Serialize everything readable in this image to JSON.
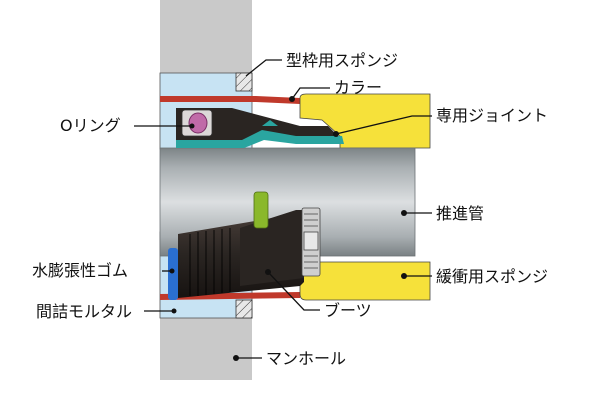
{
  "labels": {
    "katawaku_sponge": "型枠用スポンジ",
    "collar": "カラー",
    "o_ring": "Oリング",
    "joint": "専用ジョイント",
    "push_pipe": "推進管",
    "water_rubber": "水膨張性ゴム",
    "cushion_sponge": "緩衝用スポンジ",
    "mortar": "間詰モルタル",
    "boots": "ブーツ",
    "manhole": "マンホール"
  },
  "colors": {
    "manhole_wall": "#c9c9c9",
    "mortar_fill": "#c7e3f3",
    "pipe": "#9aa0a3",
    "pipe_highlight": "#d8dcdf",
    "sponge_yellow": "#f6e13a",
    "collar_red": "#c0392b",
    "joint_teal": "#2aa5a0",
    "boot_black": "#2a2522",
    "o_ring_pink": "#c06aa8",
    "water_rubber_blue": "#2a6fd1",
    "grip_green": "#8ab82b",
    "leader_line": "#111111"
  }
}
